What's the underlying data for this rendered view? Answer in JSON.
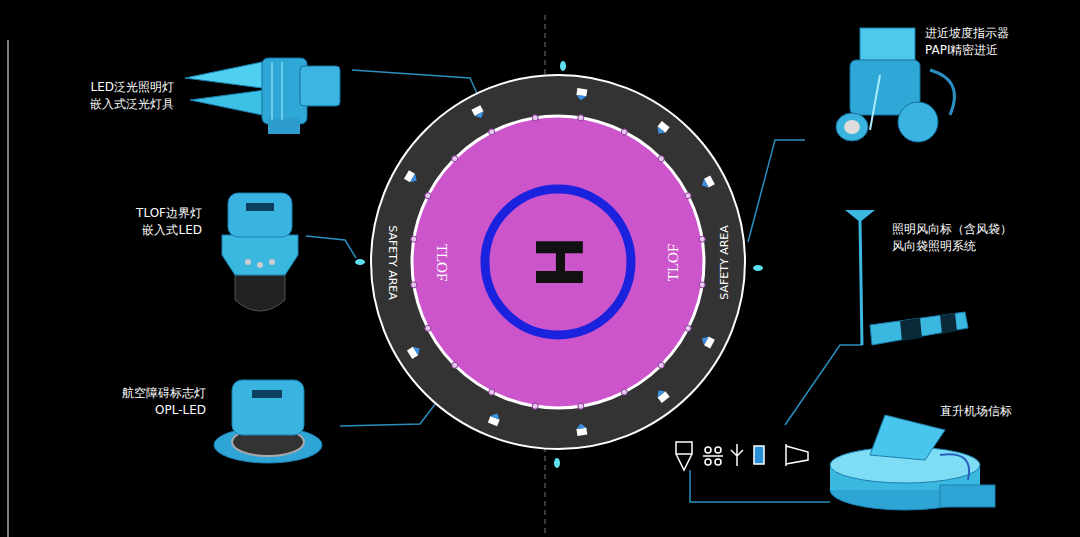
{
  "diagram": {
    "nodes": [
      {
        "text": [
          "SAFETY AREA",
          "SAFETY AREA"
        ]
      },
      {
        "text": [
          "TLOF",
          "TLOF"
        ],
        "in": 0
      },
      {
        "text": [
          "H"
        ],
        "in": 1
      }
    ],
    "labels": [
      "LED泛光照明灯",
      "嵌入式泛光灯具",
      "TLOF边界灯",
      "嵌入式LED",
      "航空障碍标志灯",
      "OPL-LED",
      "进近坡度指示器",
      "PAPI精密进近",
      "照明风向标（含风袋）",
      "风向袋照明系统",
      "直升机场信标"
    ]
  }
}
